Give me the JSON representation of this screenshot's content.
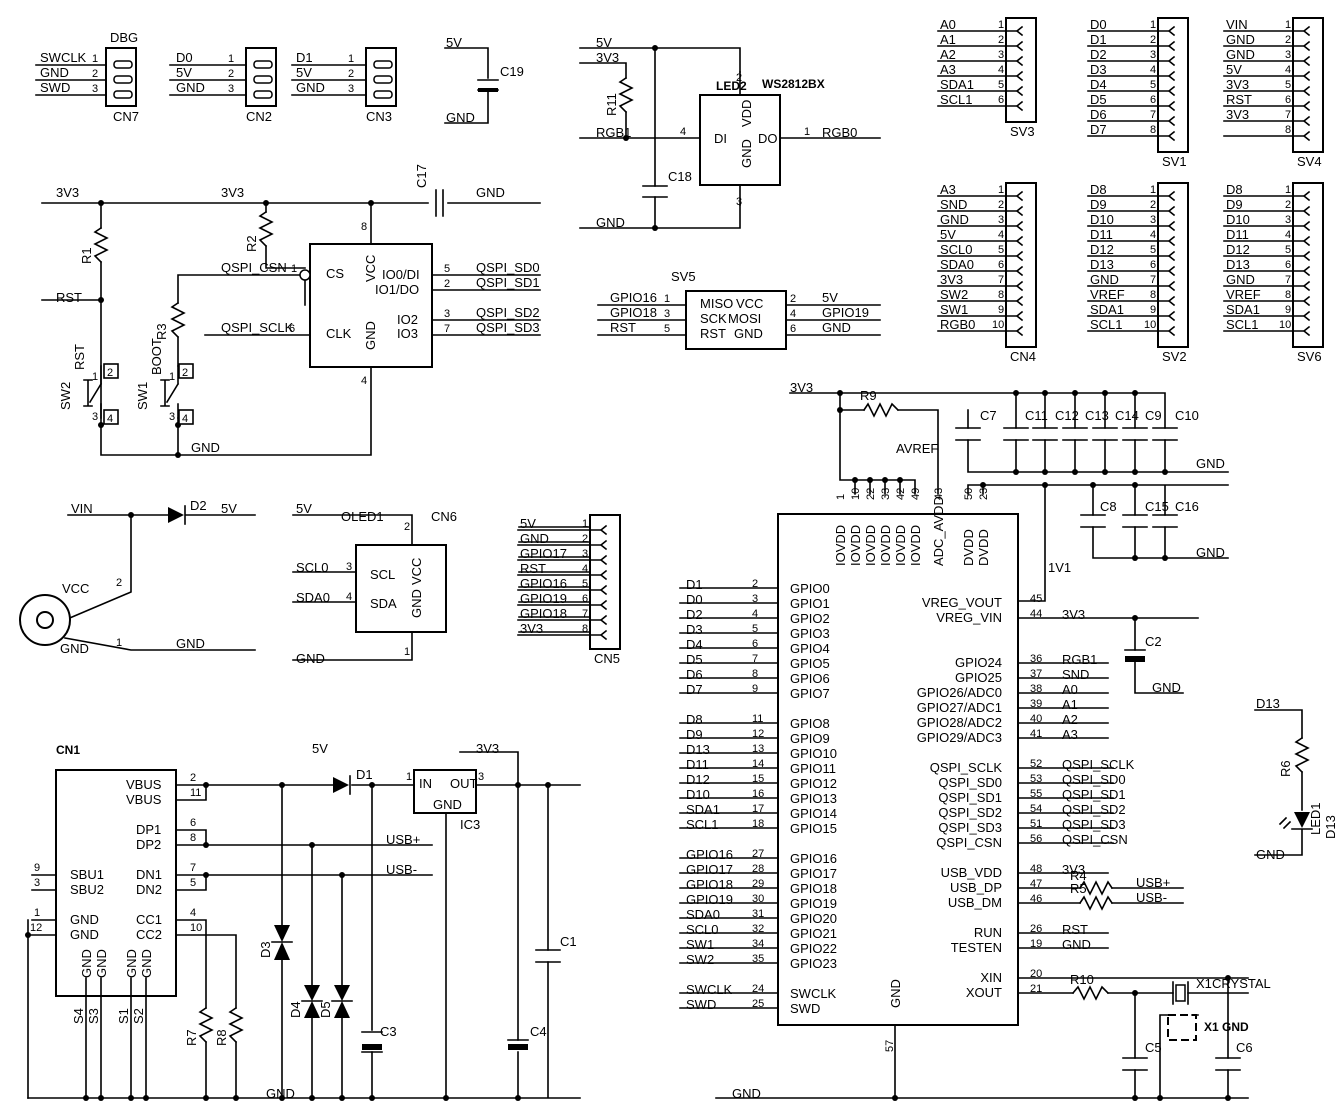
{
  "connectors": [
    {
      "name": "DBG",
      "ref": "CN7",
      "pins": [
        "SWCLK",
        "GND",
        "SWD"
      ]
    },
    {
      "name": "",
      "ref": "CN2",
      "pins": [
        "D0",
        "5V",
        "GND"
      ]
    },
    {
      "name": "",
      "ref": "CN3",
      "pins": [
        "D1",
        "5V",
        "GND"
      ]
    },
    {
      "name": "",
      "ref": "SV3",
      "pins": [
        "A0",
        "A1",
        "A2",
        "A3",
        "SDA1",
        "SCL1"
      ]
    },
    {
      "name": "",
      "ref": "SV1",
      "pins": [
        "D0",
        "D1",
        "D2",
        "D3",
        "D4",
        "D5",
        "D6",
        "D7"
      ]
    },
    {
      "name": "",
      "ref": "SV4",
      "pins": [
        "VIN",
        "GND",
        "GND",
        "5V",
        "3V3",
        "RST",
        "3V3",
        ""
      ]
    },
    {
      "name": "",
      "ref": "CN4",
      "pins": [
        "A3",
        "SND",
        "GND",
        "5V",
        "SCL0",
        "SDA0",
        "3V3",
        "SW2",
        "SW1",
        "RGB0"
      ]
    },
    {
      "name": "",
      "ref": "SV2",
      "pins": [
        "D8",
        "D9",
        "D10",
        "D11",
        "D12",
        "D13",
        "GND",
        "VREF",
        "SDA1",
        "SCL1"
      ]
    },
    {
      "name": "",
      "ref": "SV6",
      "pins": [
        "D8",
        "D9",
        "D10",
        "D11",
        "D12",
        "D13",
        "GND",
        "VREF",
        "SDA1",
        "SCL1"
      ]
    },
    {
      "name": "",
      "ref": "CN5",
      "pins": [
        "5V",
        "GND",
        "GPIO17",
        "RST",
        "GPIO16",
        "GPIO19",
        "GPIO18",
        "3V3"
      ]
    }
  ],
  "rp": {
    "top": [
      {
        "pin": "1",
        "net": "IOVDD"
      },
      {
        "pin": "10",
        "net": "IOVDD"
      },
      {
        "pin": "22",
        "net": "IOVDD"
      },
      {
        "pin": "33",
        "net": "IOVDD"
      },
      {
        "pin": "42",
        "net": "IOVDD"
      },
      {
        "pin": "49",
        "net": "IOVDD"
      },
      {
        "pin": "43",
        "net": "ADC_AVDD"
      },
      {
        "pin": "50",
        "net": "DVDD"
      },
      {
        "pin": "23",
        "net": "DVDD"
      }
    ],
    "left": [
      {
        "net": "D1",
        "pin": "2",
        "fn": "GPIO0"
      },
      {
        "net": "D0",
        "pin": "3",
        "fn": "GPIO1"
      },
      {
        "net": "D2",
        "pin": "4",
        "fn": "GPIO2"
      },
      {
        "net": "D3",
        "pin": "5",
        "fn": "GPIO3"
      },
      {
        "net": "D4",
        "pin": "6",
        "fn": "GPIO4"
      },
      {
        "net": "D5",
        "pin": "7",
        "fn": "GPIO5"
      },
      {
        "net": "D6",
        "pin": "8",
        "fn": "GPIO6"
      },
      {
        "net": "D7",
        "pin": "9",
        "fn": "GPIO7"
      },
      {
        "net": "D8",
        "pin": "11",
        "fn": "GPIO8"
      },
      {
        "net": "D9",
        "pin": "12",
        "fn": "GPIO9"
      },
      {
        "net": "D13",
        "pin": "13",
        "fn": "GPIO10"
      },
      {
        "net": "D11",
        "pin": "14",
        "fn": "GPIO11"
      },
      {
        "net": "D12",
        "pin": "15",
        "fn": "GPIO12"
      },
      {
        "net": "D10",
        "pin": "16",
        "fn": "GPIO13"
      },
      {
        "net": "SDA1",
        "pin": "17",
        "fn": "GPIO14"
      },
      {
        "net": "SCL1",
        "pin": "18",
        "fn": "GPIO15"
      },
      {
        "net": "GPIO16",
        "pin": "27",
        "fn": "GPIO16"
      },
      {
        "net": "GPIO17",
        "pin": "28",
        "fn": "GPIO17"
      },
      {
        "net": "GPIO18",
        "pin": "29",
        "fn": "GPIO18"
      },
      {
        "net": "GPIO19",
        "pin": "30",
        "fn": "GPIO19"
      },
      {
        "net": "SDA0",
        "pin": "31",
        "fn": "GPIO20"
      },
      {
        "net": "SCL0",
        "pin": "32",
        "fn": "GPIO21"
      },
      {
        "net": "SW1",
        "pin": "34",
        "fn": "GPIO22"
      },
      {
        "net": "SW2",
        "pin": "35",
        "fn": "GPIO23"
      },
      {
        "net": "SWCLK",
        "pin": "24",
        "fn": "SWCLK"
      },
      {
        "net": "SWD",
        "pin": "25",
        "fn": "SWD"
      }
    ],
    "right": [
      {
        "fn": "VREG_VOUT",
        "pin": "45",
        "net": ""
      },
      {
        "fn": "VREG_VIN",
        "pin": "44",
        "net": "3V3"
      },
      {
        "fn": "GPIO24",
        "pin": "36",
        "net": "RGB1"
      },
      {
        "fn": "GPIO25",
        "pin": "37",
        "net": "SND"
      },
      {
        "fn": "GPIO26/ADC0",
        "pin": "38",
        "net": "A0"
      },
      {
        "fn": "GPIO27/ADC1",
        "pin": "39",
        "net": "A1"
      },
      {
        "fn": "GPIO28/ADC2",
        "pin": "40",
        "net": "A2"
      },
      {
        "fn": "GPIO29/ADC3",
        "pin": "41",
        "net": "A3"
      },
      {
        "fn": "QSPI_SCLK",
        "pin": "52",
        "net": "QSPI_SCLK"
      },
      {
        "fn": "QSPI_SD0",
        "pin": "53",
        "net": "QSPI_SD0"
      },
      {
        "fn": "QSPI_SD1",
        "pin": "55",
        "net": "QSPI_SD1"
      },
      {
        "fn": "QSPI_SD2",
        "pin": "54",
        "net": "QSPI_SD2"
      },
      {
        "fn": "QSPI_SD3",
        "pin": "51",
        "net": "QSPI_SD3"
      },
      {
        "fn": "QSPI_CSN",
        "pin": "56",
        "net": "QSPI_CSN"
      },
      {
        "fn": "USB_VDD",
        "pin": "48",
        "net": "3V3"
      },
      {
        "fn": "USB_DP",
        "pin": "47",
        "net": ""
      },
      {
        "fn": "USB_DM",
        "pin": "46",
        "net": ""
      },
      {
        "fn": "RUN",
        "pin": "26",
        "net": "RST"
      },
      {
        "fn": "TESTEN",
        "pin": "19",
        "net": "GND"
      },
      {
        "fn": "XIN",
        "pin": "20",
        "net": ""
      },
      {
        "fn": "XOUT",
        "pin": "21",
        "net": ""
      }
    ],
    "bottom": {
      "fn": "GND",
      "pin": "57"
    }
  },
  "labels": [
    {
      "id": "l1",
      "text": "5V"
    },
    {
      "id": "l2",
      "text": "C19"
    },
    {
      "id": "l3",
      "text": "GND"
    },
    {
      "id": "l4",
      "text": "5V"
    },
    {
      "id": "l5",
      "text": "3V3"
    },
    {
      "id": "l6",
      "text": "R11"
    },
    {
      "id": "l7",
      "text": "LED2"
    },
    {
      "id": "l8",
      "text": "WS2812BX"
    },
    {
      "id": "l9",
      "text": "RGB1"
    },
    {
      "id": "l10",
      "text": "DI"
    },
    {
      "id": "l11",
      "text": "VDD"
    },
    {
      "id": "l12",
      "text": "DO"
    },
    {
      "id": "l13",
      "text": "GND"
    },
    {
      "id": "l14",
      "text": "RGB0"
    },
    {
      "id": "l15",
      "text": "C18"
    },
    {
      "id": "l16",
      "text": "GND"
    },
    {
      "id": "l17",
      "text": "3V3"
    },
    {
      "id": "l18",
      "text": "3V3"
    },
    {
      "id": "l19",
      "text": "C17"
    },
    {
      "id": "l20",
      "text": "GND"
    },
    {
      "id": "l21",
      "text": "R1"
    },
    {
      "id": "l22",
      "text": "R2"
    },
    {
      "id": "l23",
      "text": "RST"
    },
    {
      "id": "l24",
      "text": "QSPI_CSN"
    },
    {
      "id": "l25",
      "text": "CS"
    },
    {
      "id": "l26",
      "text": "VCC"
    },
    {
      "id": "l27",
      "text": "IO0/DI"
    },
    {
      "id": "l28",
      "text": "IO1/DO"
    },
    {
      "id": "l29",
      "text": "QSPI_SD0"
    },
    {
      "id": "l30",
      "text": "QSPI_SD1"
    },
    {
      "id": "l31",
      "text": "R3"
    },
    {
      "id": "l32",
      "text": "QSPI_SCLK"
    },
    {
      "id": "l33",
      "text": "CLK"
    },
    {
      "id": "l34",
      "text": "GND"
    },
    {
      "id": "l35",
      "text": "IO2"
    },
    {
      "id": "l36",
      "text": "IO3"
    },
    {
      "id": "l37",
      "text": "QSPI_SD2"
    },
    {
      "id": "l38",
      "text": "QSPI_SD3"
    },
    {
      "id": "l39",
      "text": "SW2"
    },
    {
      "id": "l40",
      "text": "RST"
    },
    {
      "id": "l41",
      "text": "SW1"
    },
    {
      "id": "l42",
      "text": "BOOT"
    },
    {
      "id": "l43",
      "text": "GND"
    },
    {
      "id": "l44",
      "text": "SV5"
    },
    {
      "id": "l45",
      "text": "GPIO16"
    },
    {
      "id": "l46",
      "text": "GPIO18"
    },
    {
      "id": "l47",
      "text": "RST"
    },
    {
      "id": "l48",
      "text": "MISO"
    },
    {
      "id": "l49",
      "text": "VCC"
    },
    {
      "id": "l50",
      "text": "SCK"
    },
    {
      "id": "l51",
      "text": "MOSI"
    },
    {
      "id": "l52",
      "text": "RST"
    },
    {
      "id": "l53",
      "text": "GND"
    },
    {
      "id": "l54",
      "text": "5V"
    },
    {
      "id": "l55",
      "text": "GPIO19"
    },
    {
      "id": "l56",
      "text": "GND"
    },
    {
      "id": "l57",
      "text": "VIN"
    },
    {
      "id": "l58",
      "text": "D2"
    },
    {
      "id": "l59",
      "text": "5V"
    },
    {
      "id": "l60",
      "text": "VCC"
    },
    {
      "id": "l61",
      "text": "GND"
    },
    {
      "id": "l62",
      "text": "GND"
    },
    {
      "id": "l63",
      "text": "5V"
    },
    {
      "id": "l64",
      "text": "OLED1"
    },
    {
      "id": "l65",
      "text": "CN6"
    },
    {
      "id": "l66",
      "text": "SCL0"
    },
    {
      "id": "l67",
      "text": "SDA0"
    },
    {
      "id": "l68",
      "text": "SCL"
    },
    {
      "id": "l69",
      "text": "SDA"
    },
    {
      "id": "l70",
      "text": "VCC"
    },
    {
      "id": "l71",
      "text": "GND"
    },
    {
      "id": "l72",
      "text": "GND"
    },
    {
      "id": "l73",
      "text": "CN1"
    },
    {
      "id": "l74",
      "text": "VBUS"
    },
    {
      "id": "l75",
      "text": "VBUS"
    },
    {
      "id": "l76",
      "text": "DP1"
    },
    {
      "id": "l77",
      "text": "DP2"
    },
    {
      "id": "l78",
      "text": "SBU1"
    },
    {
      "id": "l79",
      "text": "SBU2"
    },
    {
      "id": "l80",
      "text": "DN1"
    },
    {
      "id": "l81",
      "text": "DN2"
    },
    {
      "id": "l82",
      "text": "GND"
    },
    {
      "id": "l83",
      "text": "GND"
    },
    {
      "id": "l84",
      "text": "CC1"
    },
    {
      "id": "l85",
      "text": "CC2"
    },
    {
      "id": "l86",
      "text": "GND"
    },
    {
      "id": "l87",
      "text": "GND"
    },
    {
      "id": "l88",
      "text": "GND"
    },
    {
      "id": "l89",
      "text": "GND"
    },
    {
      "id": "l90",
      "text": "S4"
    },
    {
      "id": "l91",
      "text": "S3"
    },
    {
      "id": "l92",
      "text": "S1"
    },
    {
      "id": "l93",
      "text": "S2"
    },
    {
      "id": "l94",
      "text": "R7"
    },
    {
      "id": "l95",
      "text": "R8"
    },
    {
      "id": "l96",
      "text": "5V"
    },
    {
      "id": "l97",
      "text": "D1"
    },
    {
      "id": "l98",
      "text": "3V3"
    },
    {
      "id": "l99",
      "text": "IN"
    },
    {
      "id": "l100",
      "text": "OUT"
    },
    {
      "id": "l101",
      "text": "GND"
    },
    {
      "id": "l102",
      "text": "IC3"
    },
    {
      "id": "l103",
      "text": "USB+"
    },
    {
      "id": "l104",
      "text": "USB-"
    },
    {
      "id": "l105",
      "text": "D3"
    },
    {
      "id": "l106",
      "text": "D4"
    },
    {
      "id": "l107",
      "text": "D5"
    },
    {
      "id": "l108",
      "text": "C3"
    },
    {
      "id": "l109",
      "text": "C4"
    },
    {
      "id": "l110",
      "text": "C1"
    },
    {
      "id": "l111",
      "text": "GND"
    },
    {
      "id": "l112",
      "text": "3V3"
    },
    {
      "id": "l113",
      "text": "R9"
    },
    {
      "id": "l114",
      "text": "AVREF"
    },
    {
      "id": "l115",
      "text": "C7"
    },
    {
      "id": "l116",
      "text": "C11"
    },
    {
      "id": "l117",
      "text": "C12"
    },
    {
      "id": "l118",
      "text": "C13"
    },
    {
      "id": "l119",
      "text": "C14"
    },
    {
      "id": "l120",
      "text": "C9"
    },
    {
      "id": "l121",
      "text": "C10"
    },
    {
      "id": "l122",
      "text": "GND"
    },
    {
      "id": "l123",
      "text": "C8"
    },
    {
      "id": "l124",
      "text": "C15"
    },
    {
      "id": "l125",
      "text": "C16"
    },
    {
      "id": "l126",
      "text": "GND"
    },
    {
      "id": "l127",
      "text": "1V1"
    },
    {
      "id": "l128",
      "text": "C2"
    },
    {
      "id": "l129",
      "text": "GND"
    },
    {
      "id": "l130",
      "text": "D13"
    },
    {
      "id": "l131",
      "text": "R6"
    },
    {
      "id": "l132",
      "text": "LED1"
    },
    {
      "id": "l133",
      "text": "D13"
    },
    {
      "id": "l134",
      "text": "GND"
    },
    {
      "id": "l135",
      "text": "R4"
    },
    {
      "id": "l136",
      "text": "R5"
    },
    {
      "id": "l137",
      "text": "USB+"
    },
    {
      "id": "l138",
      "text": "USB-"
    },
    {
      "id": "l139",
      "text": "R10"
    },
    {
      "id": "l140",
      "text": "X1"
    },
    {
      "id": "l141",
      "text": "CRYSTAL"
    },
    {
      "id": "l142",
      "text": "X1"
    },
    {
      "id": "l143",
      "text": "GND"
    },
    {
      "id": "l144",
      "text": "C5"
    },
    {
      "id": "l145",
      "text": "C6"
    },
    {
      "id": "l146",
      "text": "GND"
    }
  ]
}
